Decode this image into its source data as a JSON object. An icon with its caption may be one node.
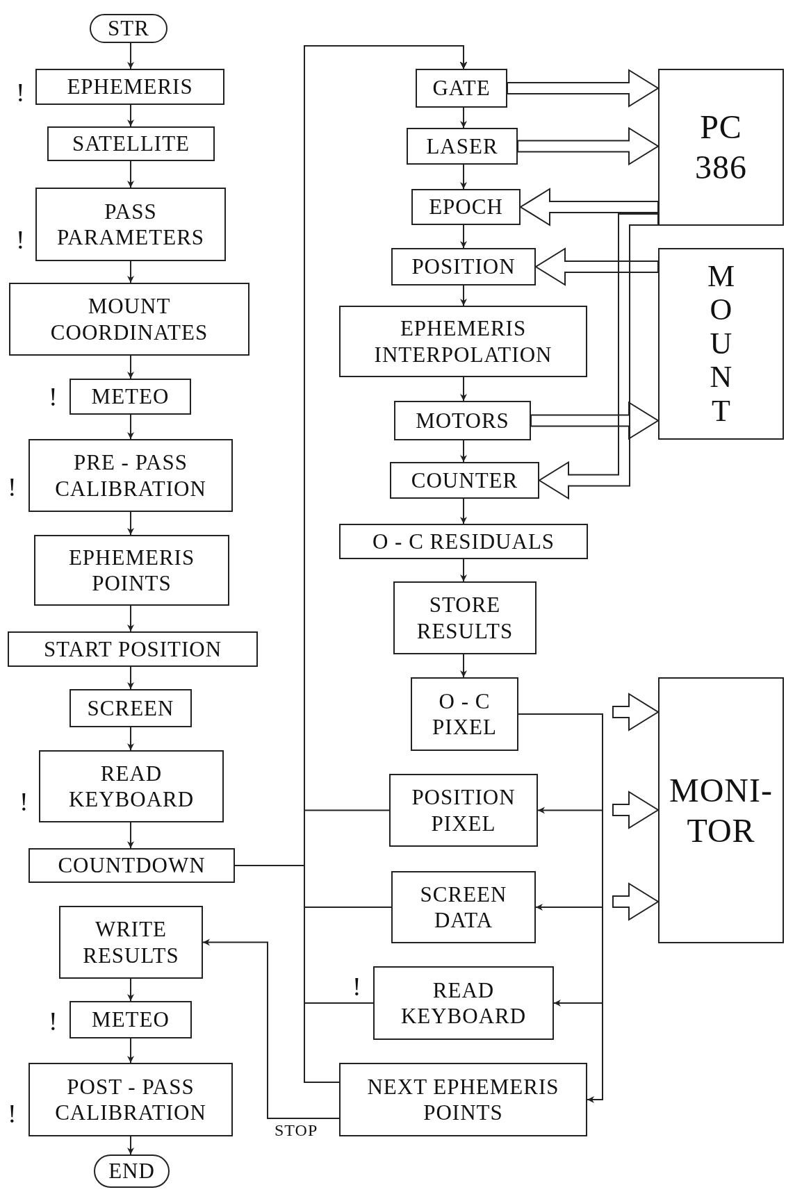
{
  "diagram": {
    "nodes": [
      {
        "text": [
          "STR"
        ]
      },
      {
        "text": [
          "EPHEMERIS"
        ],
        "beside": [
          "!"
        ]
      },
      {
        "text": [
          "SATELLITE"
        ]
      },
      {
        "text": [
          "PASS PARAMETERS"
        ],
        "beside": [
          "!"
        ]
      },
      {
        "text": [
          "MOUNT COORDINATES"
        ]
      },
      {
        "text": [
          "METEO"
        ],
        "beside": [
          "!"
        ]
      },
      {
        "text": [
          "PRE - PASS CALIBRATION"
        ],
        "beside": [
          "!"
        ]
      },
      {
        "text": [
          "EPHEMERIS POINTS"
        ]
      },
      {
        "text": [
          "START POSITION"
        ]
      },
      {
        "text": [
          "SCREEN"
        ]
      },
      {
        "text": [
          "READ KEYBOARD"
        ],
        "beside": [
          "!"
        ]
      },
      {
        "text": [
          "COUNTDOWN"
        ]
      },
      {
        "text": [
          "WRITE RESULTS"
        ]
      },
      {
        "text": [
          "METEO"
        ],
        "beside": [
          "!"
        ]
      },
      {
        "text": [
          "POST - PASS CALIBRATION"
        ],
        "beside": [
          "!"
        ]
      },
      {
        "text": [
          "END"
        ]
      },
      {
        "text": [
          "GATE"
        ]
      },
      {
        "text": [
          "LASER"
        ]
      },
      {
        "text": [
          "EPOCH"
        ]
      },
      {
        "text": [
          "POSITION"
        ]
      },
      {
        "text": [
          "EPHEMERIS INTERPOLATION"
        ]
      },
      {
        "text": [
          "MOTORS"
        ]
      },
      {
        "text": [
          "COUNTER"
        ]
      },
      {
        "text": [
          "O - C RESIDUALS"
        ]
      },
      {
        "text": [
          "STORE RESULTS"
        ]
      },
      {
        "text": [
          "O - C PIXEL"
        ]
      },
      {
        "text": [
          "POSITION PIXEL"
        ]
      },
      {
        "text": [
          "SCREEN DATA"
        ]
      },
      {
        "text": [
          "READ KEYBOARD"
        ],
        "beside": [
          "!"
        ]
      },
      {
        "text": [
          "NEXT EPHEMERIS POINTS"
        ]
      },
      {
        "text": [
          "PC 386"
        ]
      },
      {
        "text": [
          "MOUNT"
        ]
      },
      {
        "text": [
          "MONI- TOR"
        ]
      }
    ],
    "edges": [
      {
        "from": 0,
        "to": 1,
        "arrow": "to"
      },
      {
        "from": 1,
        "to": 2,
        "arrow": "to"
      },
      {
        "from": 2,
        "to": 3,
        "arrow": "to"
      },
      {
        "from": 3,
        "to": 4,
        "arrow": "to"
      },
      {
        "from": 4,
        "to": 5,
        "arrow": "to"
      },
      {
        "from": 5,
        "to": 6,
        "arrow": "to"
      },
      {
        "from": 6,
        "to": 7,
        "arrow": "to"
      },
      {
        "from": 7,
        "to": 8,
        "arrow": "to"
      },
      {
        "from": 8,
        "to": 9,
        "arrow": "to"
      },
      {
        "from": 9,
        "to": 10,
        "arrow": "to"
      },
      {
        "from": 10,
        "to": 11,
        "arrow": "to"
      },
      {
        "from": 12,
        "to": 13,
        "arrow": "to"
      },
      {
        "from": 13,
        "to": 14,
        "arrow": "to"
      },
      {
        "from": 14,
        "to": 15,
        "arrow": "to"
      },
      {
        "from": 16,
        "to": 17,
        "arrow": "to"
      },
      {
        "from": 17,
        "to": 18,
        "arrow": "to"
      },
      {
        "from": 18,
        "to": 19,
        "arrow": "to"
      },
      {
        "from": 19,
        "to": 20,
        "arrow": "to"
      },
      {
        "from": 20,
        "to": 21,
        "arrow": "to"
      },
      {
        "from": 21,
        "to": 22,
        "arrow": "to"
      },
      {
        "from": 22,
        "to": 23,
        "arrow": "to"
      },
      {
        "from": 23,
        "to": 24,
        "arrow": "to"
      },
      {
        "from": 24,
        "to": 25,
        "arrow": "to"
      },
      {
        "from": 11,
        "to": 16,
        "arrow": "to"
      },
      {
        "from": 26,
        "to": 16,
        "arrow": "to"
      },
      {
        "from": 27,
        "to": 16,
        "arrow": "to"
      },
      {
        "from": 28,
        "to": 16,
        "arrow": "to"
      },
      {
        "from": 29,
        "to": 16,
        "arrow": "to"
      },
      {
        "from": 29,
        "to": 12,
        "arrow": "to",
        "label": "STOP"
      },
      {
        "from": 25,
        "to": 26,
        "arrow": "to"
      },
      {
        "from": 25,
        "to": 27,
        "arrow": "to"
      },
      {
        "from": 25,
        "to": 28,
        "arrow": "to"
      },
      {
        "from": 25,
        "to": 29,
        "arrow": "to"
      },
      {
        "from": 16,
        "to": 30,
        "arrow": "to",
        "style": "thick"
      },
      {
        "from": 17,
        "to": 30,
        "arrow": "to",
        "style": "thick"
      },
      {
        "from": 30,
        "to": 18,
        "arrow": "to",
        "style": "thick"
      },
      {
        "from": 31,
        "to": 19,
        "arrow": "to",
        "style": "thick"
      },
      {
        "from": 21,
        "to": 31,
        "arrow": "to",
        "style": "thick"
      },
      {
        "from": 30,
        "to": 22,
        "arrow": "to",
        "style": "thick"
      },
      {
        "from": null,
        "to": 32,
        "arrow": "to",
        "style": "thick"
      },
      {
        "from": null,
        "to": 32,
        "arrow": "to",
        "style": "thick"
      },
      {
        "from": null,
        "to": 32,
        "arrow": "to",
        "style": "thick"
      }
    ]
  }
}
